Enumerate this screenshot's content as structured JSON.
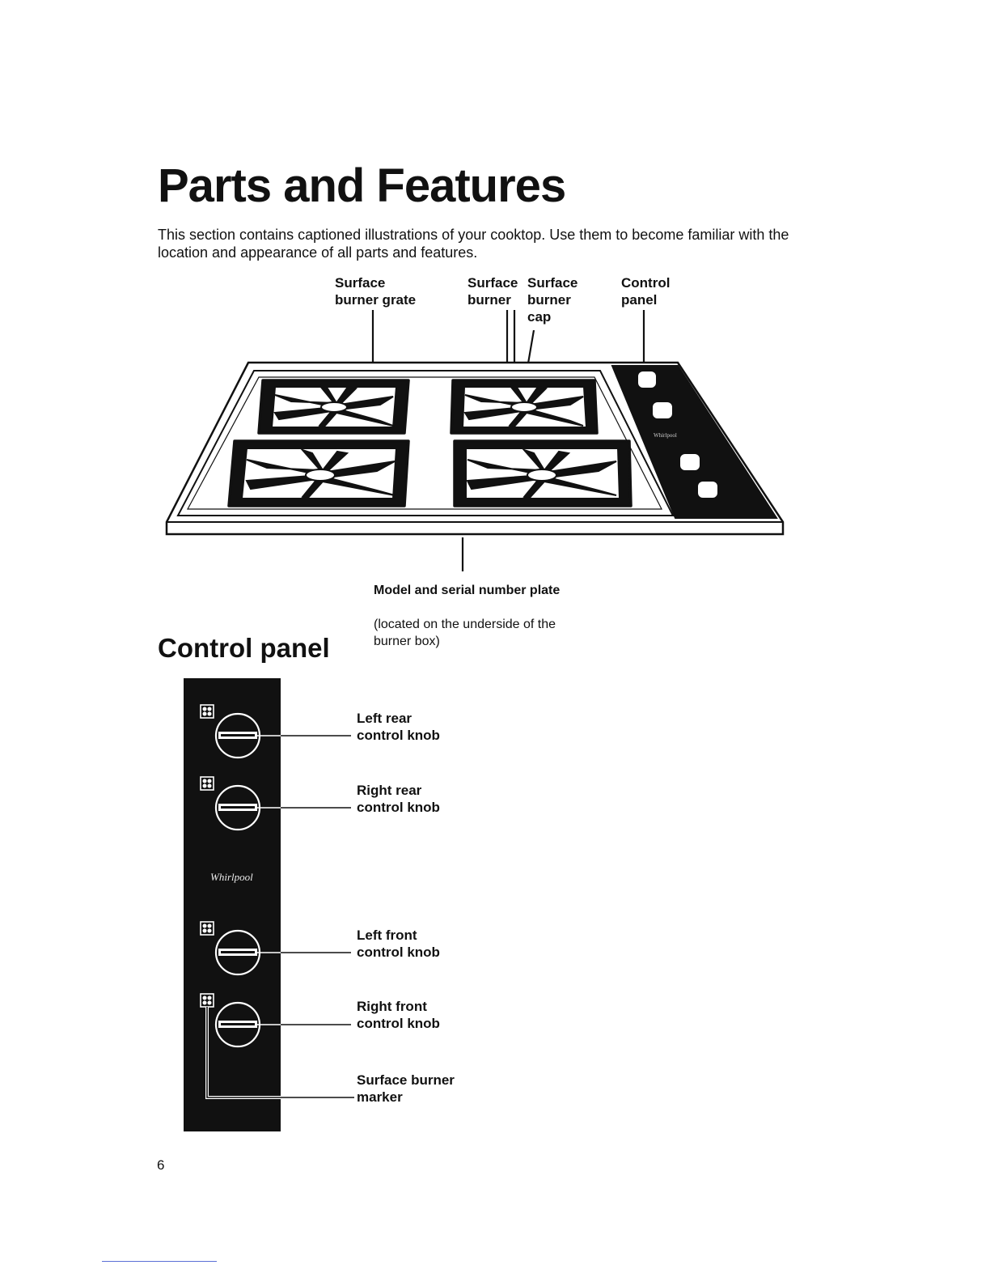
{
  "title": "Parts and Features",
  "intro": "This section contains captioned illustrations of your cooktop. Use them to become familiar with the location and appearance of all parts and features.",
  "cooktop_callouts": {
    "grate": "Surface\nburner grate",
    "burner": "Surface\nburner",
    "cap": "Surface\nburner\ncap",
    "panel": "Control\npanel"
  },
  "plate": {
    "title": "Model and serial number plate",
    "note": "(located on the underside of the\nburner box)"
  },
  "control_panel_heading": "Control panel",
  "brand": "Whirlpool",
  "knob_labels": {
    "left_rear": "Left rear\ncontrol knob",
    "right_rear": "Right rear\ncontrol knob",
    "left_front": "Left front\ncontrol knob",
    "right_front": "Right front\ncontrol knob",
    "marker": "Surface burner\nmarker"
  },
  "page_number": "6"
}
